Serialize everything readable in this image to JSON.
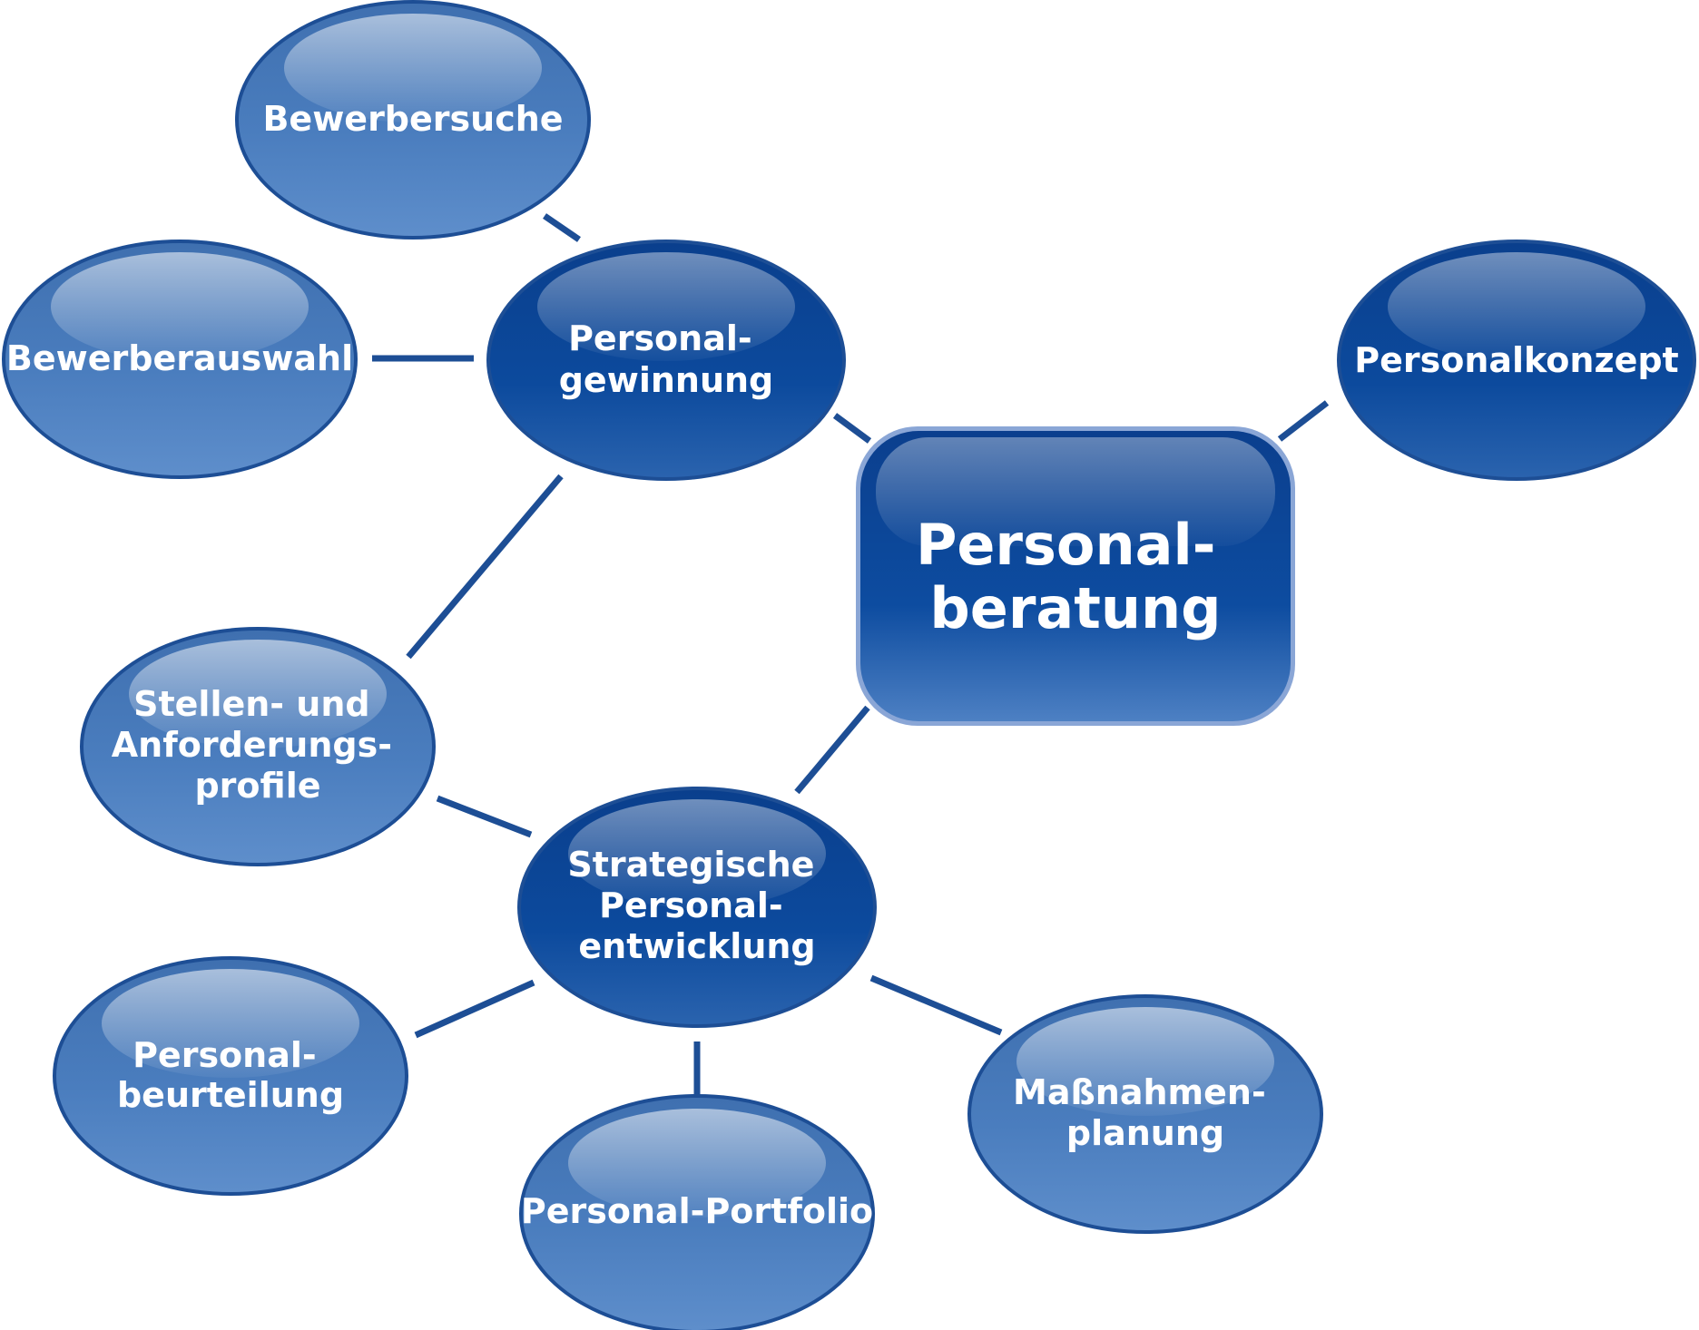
{
  "center": {
    "lines": [
      "Personal-",
      "beratung"
    ]
  },
  "nodes": {
    "bewerbersuche": {
      "lines": [
        "Bewerbersuche"
      ]
    },
    "bewerberauswahl": {
      "lines": [
        "Bewerberauswahl"
      ]
    },
    "personalgewinnung": {
      "lines": [
        "Personal-",
        "gewinnung"
      ]
    },
    "personalkonzept": {
      "lines": [
        "Personalkonzept"
      ]
    },
    "stellenprofile": {
      "lines": [
        "Stellen- und",
        "Anforderungs-",
        "profile"
      ]
    },
    "personalentwicklung": {
      "lines": [
        "Strategische",
        "Personal-",
        "entwicklung"
      ]
    },
    "personalbeurteilung": {
      "lines": [
        "Personal-",
        "beurteilung"
      ]
    },
    "portfolio": {
      "lines": [
        "Personal-Portfolio"
      ]
    },
    "massnahmen": {
      "lines": [
        "Maßnahmen-",
        "planung"
      ]
    }
  },
  "colors": {
    "dark": "#0b4a9c",
    "light": "#4c7ec0",
    "edge": "#1d4e95"
  }
}
